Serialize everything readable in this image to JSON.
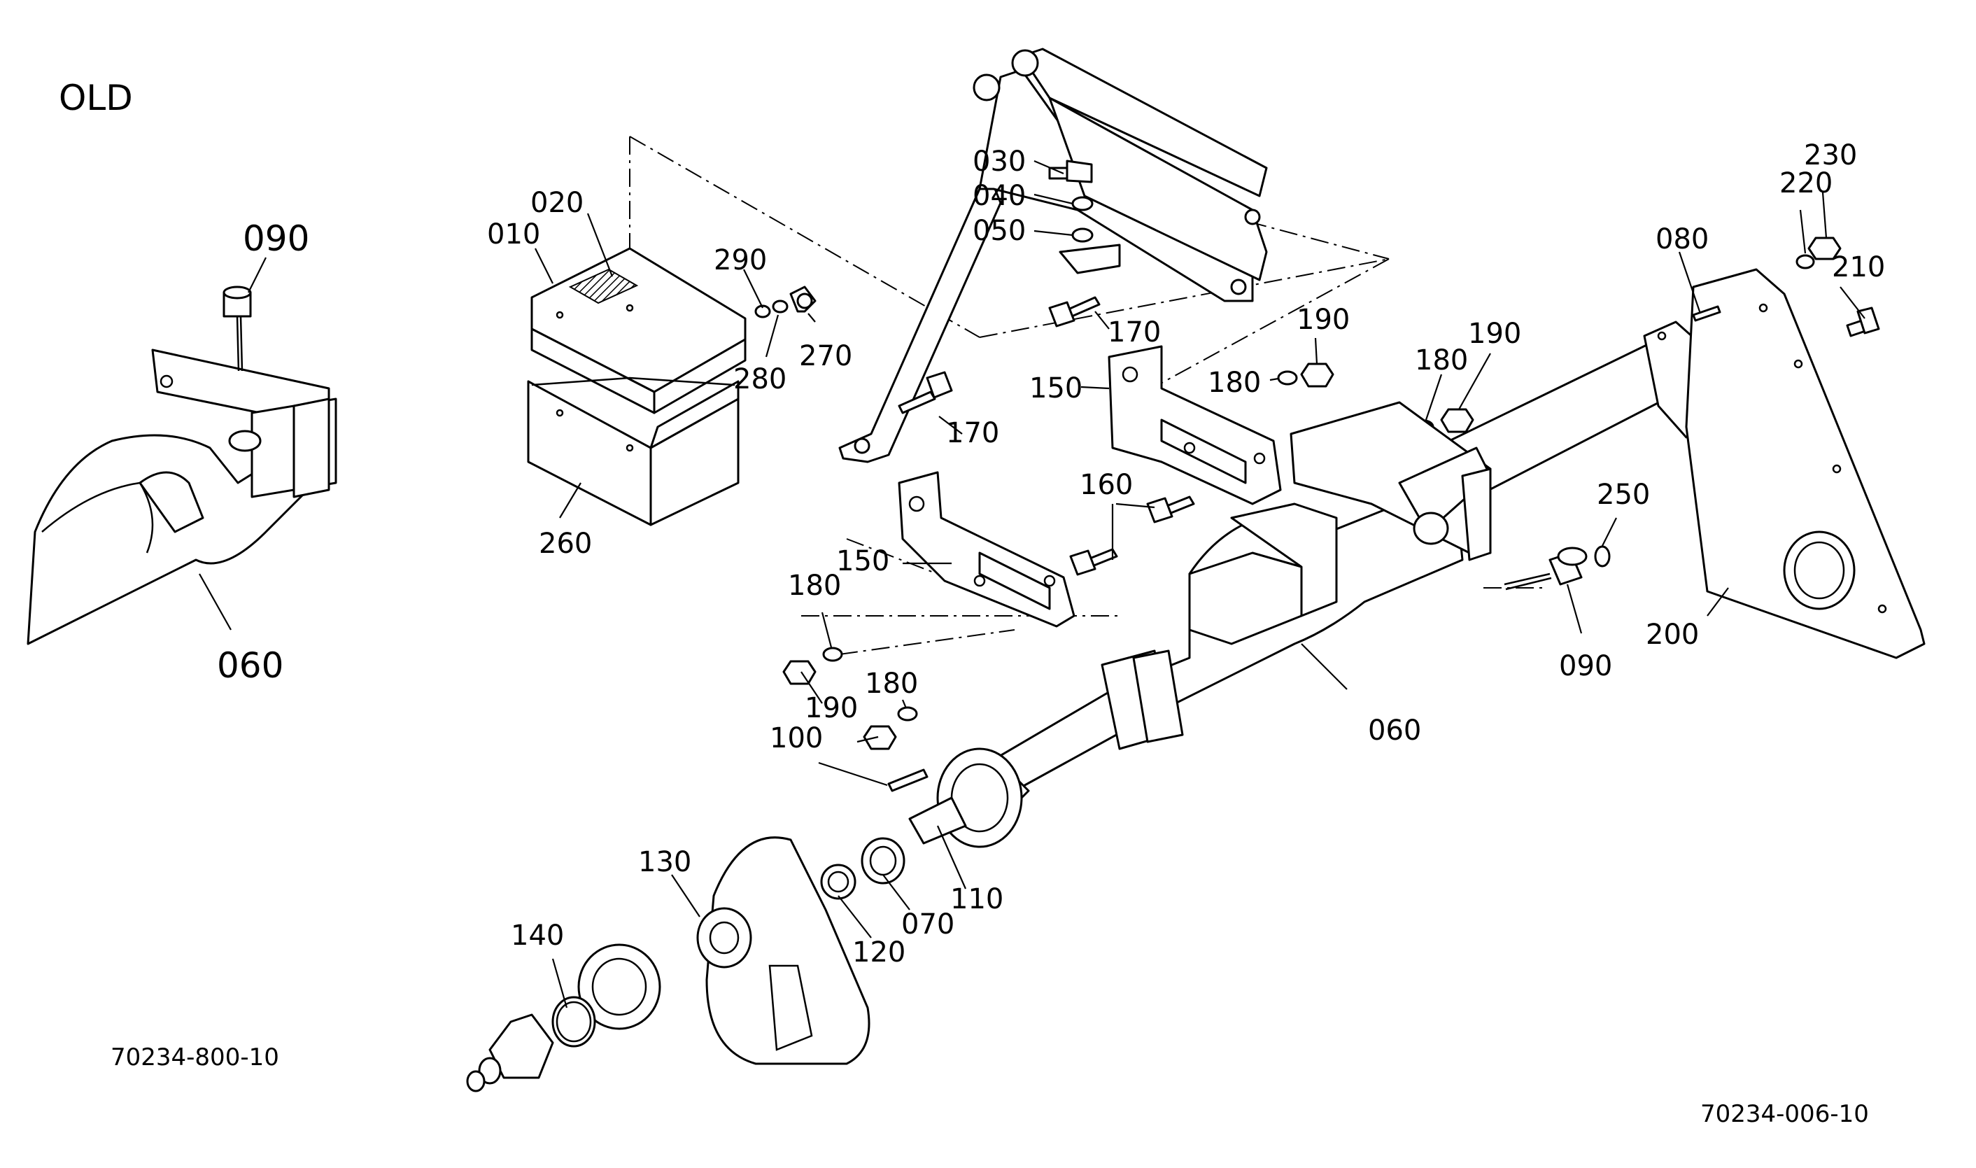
{
  "header": {
    "variant_label": "OLD"
  },
  "inset": {
    "labels": {
      "oil_plug": "090",
      "transmission_case": "060"
    }
  },
  "main": {
    "labels": {
      "p010": "010",
      "p020": "020",
      "p030": "030",
      "p040": "040",
      "p050": "050",
      "p060": "060",
      "p070": "070",
      "p080": "080",
      "p090": "090",
      "p100": "100",
      "p110": "110",
      "p120": "120",
      "p130": "130",
      "p140": "140",
      "p150_upper": "150",
      "p150_lower": "150",
      "p160": "160",
      "p170_left": "170",
      "p170_top": "170",
      "p180_upper": "180",
      "p180_mid": "180",
      "p180_left": "180",
      "p180_lower": "180",
      "p190_upper": "190",
      "p190_mid": "190",
      "p190_lower": "190",
      "p200": "200",
      "p210": "210",
      "p220": "220",
      "p230": "230",
      "p250": "250",
      "p260": "260",
      "p270": "270",
      "p280": "280",
      "p290": "290"
    }
  },
  "footer": {
    "inset_code": "70234-800-10",
    "main_code": "70234-006-10"
  }
}
